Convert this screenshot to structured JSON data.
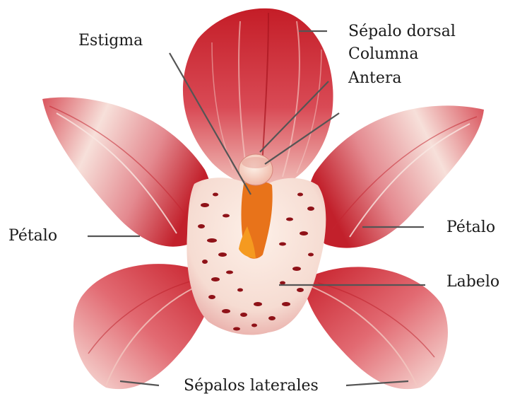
{
  "labels": {
    "sepalo_dorsal": "Sépalo dorsal",
    "columna": "Columna",
    "antera": "Antera",
    "estigma": "Estigma",
    "petalo_left": "Pétalo",
    "petalo_right": "Pétalo",
    "labelo": "Labelo",
    "sepalos_laterales": "Sépalos laterales"
  },
  "colors": {
    "petal_dark": "#c8202a",
    "petal_mid": "#de5560",
    "petal_light": "#f6d9d2",
    "labellum_base": "#fbe6dc",
    "spots": "#8f1218",
    "column_orange": "#f07a10",
    "leader_line": "#555555"
  }
}
